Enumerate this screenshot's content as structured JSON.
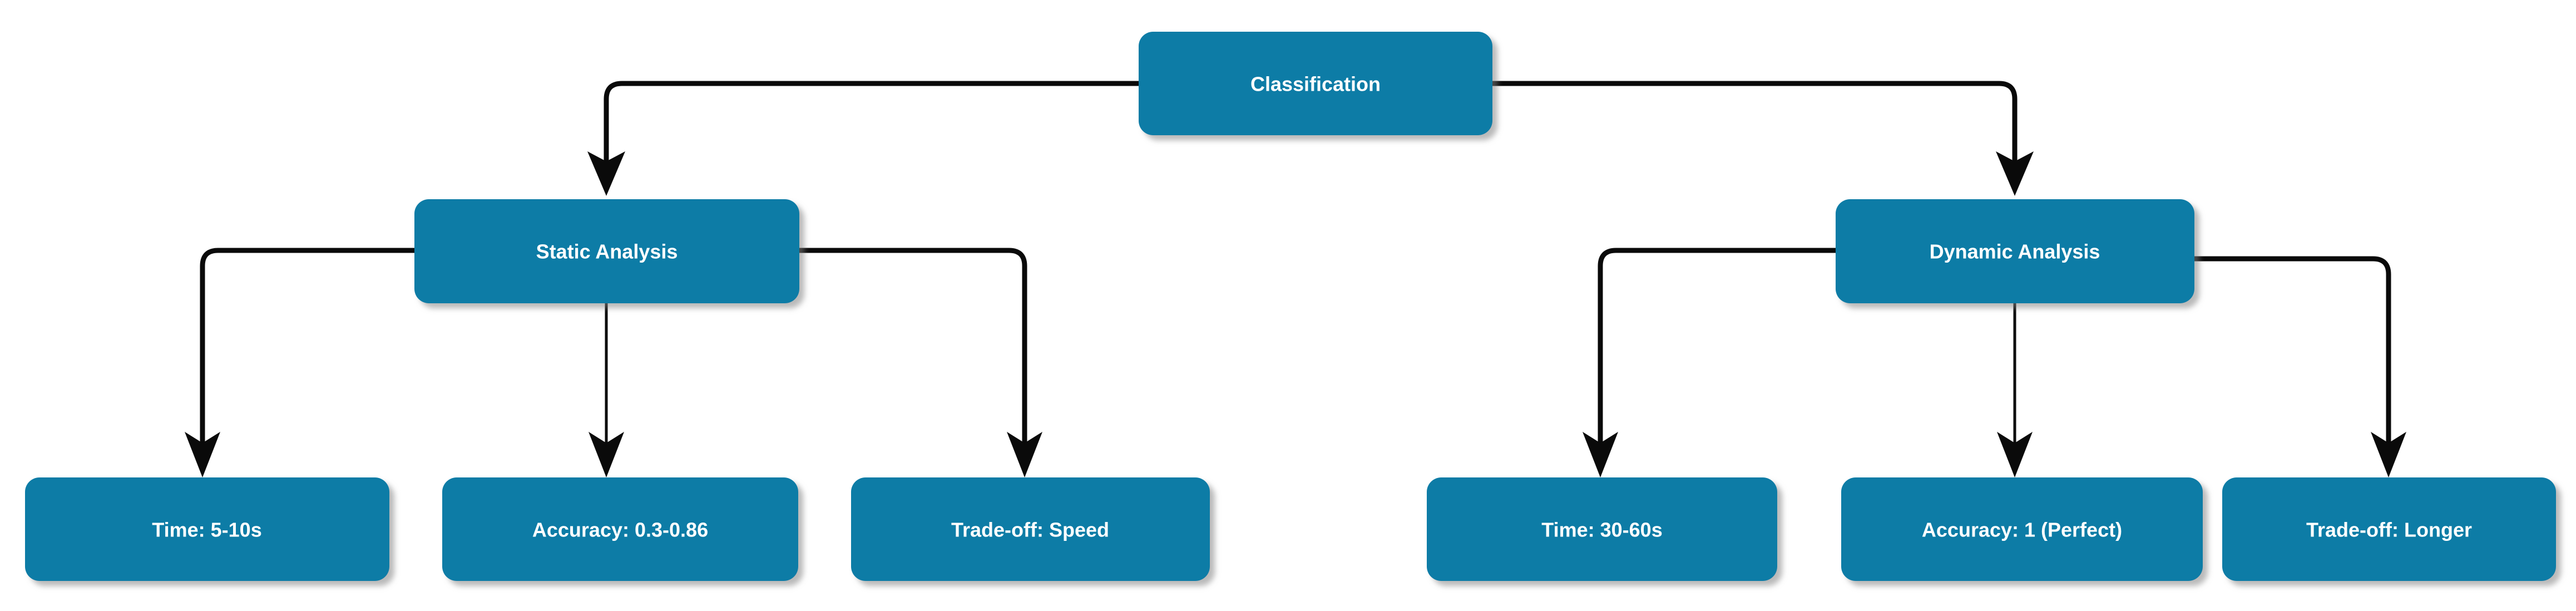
{
  "diagram": {
    "title": "Classification",
    "type": "tree-flowchart",
    "orientation": "top-down",
    "colors": {
      "node_fill": "#0b7ca6",
      "node_text": "#ffffff",
      "edge": "#0a0a0a",
      "background": "#ffffff",
      "shadow": "#999999"
    },
    "nodes": {
      "root": {
        "id": "classification",
        "label": "Classification",
        "level": 0
      },
      "branches": [
        {
          "id": "static-analysis",
          "label": "Static Analysis",
          "level": 1,
          "children": [
            {
              "id": "static-time",
              "label": "Time: 5-10s",
              "level": 2
            },
            {
              "id": "static-accuracy",
              "label": "Accuracy: 0.3-0.86",
              "level": 2
            },
            {
              "id": "static-tradeoff",
              "label": "Trade-off: Speed",
              "level": 2
            }
          ]
        },
        {
          "id": "dynamic-analysis",
          "label": "Dynamic Analysis",
          "level": 1,
          "children": [
            {
              "id": "dynamic-time",
              "label": "Time: 30-60s",
              "level": 2
            },
            {
              "id": "dynamic-accuracy",
              "label": "Accuracy: 1 (Perfect)",
              "level": 2
            },
            {
              "id": "dynamic-tradeoff",
              "label": "Trade-off: Longer",
              "level": 2
            }
          ]
        }
      ]
    },
    "edges": [
      {
        "from": "classification",
        "to": "static-analysis"
      },
      {
        "from": "classification",
        "to": "dynamic-analysis"
      },
      {
        "from": "static-analysis",
        "to": "static-time"
      },
      {
        "from": "static-analysis",
        "to": "static-accuracy"
      },
      {
        "from": "static-analysis",
        "to": "static-tradeoff"
      },
      {
        "from": "dynamic-analysis",
        "to": "dynamic-time"
      },
      {
        "from": "dynamic-analysis",
        "to": "dynamic-accuracy"
      },
      {
        "from": "dynamic-analysis",
        "to": "dynamic-tradeoff"
      }
    ]
  }
}
